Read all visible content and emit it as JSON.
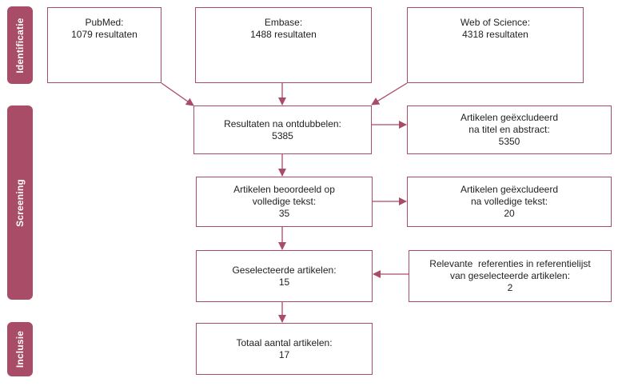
{
  "phases": {
    "identification": "Identificatie",
    "screening": "Screening",
    "inclusion": "Inclusie"
  },
  "sources": {
    "pubmed": [
      "PubMed:",
      "1079 resultaten"
    ],
    "embase": [
      "Embase:",
      "1488 resultaten"
    ],
    "wos": [
      "Web of Science:",
      "4318 resultaten"
    ]
  },
  "steps": {
    "dedup": [
      "Resultaten na ontdubbelen:",
      "5385"
    ],
    "fulltext": [
      "Artikelen beoordeeld op",
      "volledige tekst:",
      "35"
    ],
    "selected": [
      "Geselecteerde artikelen:",
      "15"
    ],
    "total": [
      "Totaal aantal artikelen:",
      "17"
    ]
  },
  "side": {
    "excluded_title": [
      "Artikelen geëxcludeerd",
      "na titel en abstract:",
      "5350"
    ],
    "excluded_full": [
      "Artikelen geëxcludeerd",
      "na volledige tekst:",
      "20"
    ],
    "references": [
      "Relevante  referenties in referentielijst",
      "van geselecteerde artikelen:",
      "2"
    ]
  },
  "colors": {
    "accent": "#a84c68",
    "text": "#222222"
  }
}
